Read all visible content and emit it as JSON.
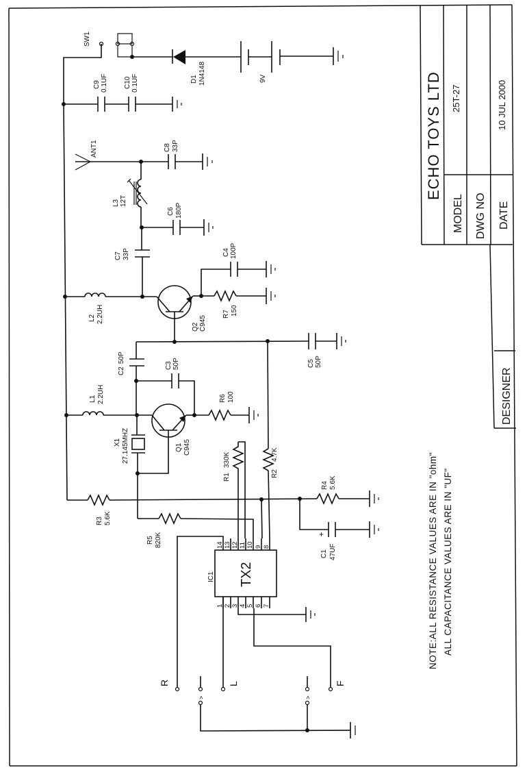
{
  "title_block": {
    "company": "ECHO TOYS LTD",
    "model_label": "MODEL",
    "model_value": "25T-27",
    "dwg_no_label": "DWG NO",
    "dwg_no_value": "",
    "date_label": "DATE",
    "date_value": "10  JUL  2000",
    "designer_label": "DESIGNER",
    "designer_value": ""
  },
  "note": {
    "line1": "NOTE:ALL  RESISTANCE  VALUES  ARE  IN  \"ohm\"",
    "line2": "ALL  CAPACITANCE  VALUES  ARE  IN  \"UF\""
  },
  "components": {
    "sw1": {
      "ref": "SW1"
    },
    "d1": {
      "ref": "D1",
      "value": "1N4148"
    },
    "battery": {
      "value": "9V"
    },
    "c9": {
      "ref": "C9",
      "value": "0.1UF"
    },
    "c10": {
      "ref": "C10",
      "value": "0.1UF"
    },
    "ant1": {
      "ref": "ANT1"
    },
    "c8": {
      "ref": "C8",
      "value": "33P"
    },
    "l3": {
      "ref": "L3",
      "value": "12T"
    },
    "c6": {
      "ref": "C6",
      "value": "180P"
    },
    "c7": {
      "ref": "C7",
      "value": "33P"
    },
    "c4": {
      "ref": "C4",
      "value": "100P"
    },
    "l2": {
      "ref": "L2",
      "value": "2.2UH"
    },
    "q2": {
      "ref": "Q2",
      "value": "C945"
    },
    "r7": {
      "ref": "R7",
      "value": "150"
    },
    "c2": {
      "ref": "C2",
      "value": "50P"
    },
    "c3": {
      "ref": "C3",
      "value": "50P"
    },
    "c5": {
      "ref": "C5",
      "value": "50P"
    },
    "l1": {
      "ref": "L1",
      "value": "2.2UH"
    },
    "q1": {
      "ref": "Q1",
      "value": "C945"
    },
    "r6": {
      "ref": "R6",
      "value": "100"
    },
    "x1": {
      "ref": "X1",
      "value": "27.145MHZ"
    },
    "r1": {
      "ref": "R1",
      "value": "330K"
    },
    "r2": {
      "ref": "R2",
      "value": "4.7K"
    },
    "r3": {
      "ref": "R3",
      "value": "5.6K"
    },
    "r4": {
      "ref": "R4",
      "value": "5.6K"
    },
    "r5": {
      "ref": "R5",
      "value": "820K"
    },
    "c1": {
      "ref": "C1",
      "value": "47UF",
      "polarity": "+"
    },
    "ic1": {
      "ref": "IC1",
      "value": "TX2",
      "pins_top": [
        "14",
        "13",
        "12",
        "11",
        "10",
        "9",
        "8"
      ],
      "pins_bottom": [
        "1",
        "2",
        "3",
        "4",
        "5",
        "6",
        "7"
      ]
    }
  },
  "inputs": {
    "r": "R",
    "l": "L",
    "f": "F"
  }
}
